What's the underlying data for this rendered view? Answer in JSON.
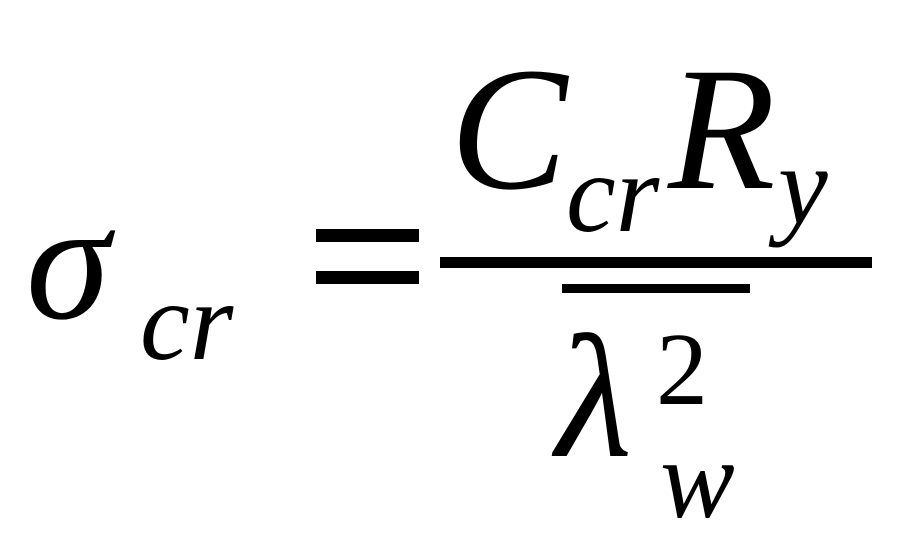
{
  "formula": {
    "lhs": {
      "symbol": "σ",
      "subscript": "cr"
    },
    "relation": "=",
    "numerator": {
      "c_symbol": "C",
      "c_subscript": "cr",
      "r_symbol": "R",
      "r_subscript": "y"
    },
    "denominator": {
      "symbol": "λ",
      "superscript": "2",
      "subscript": "w"
    }
  }
}
